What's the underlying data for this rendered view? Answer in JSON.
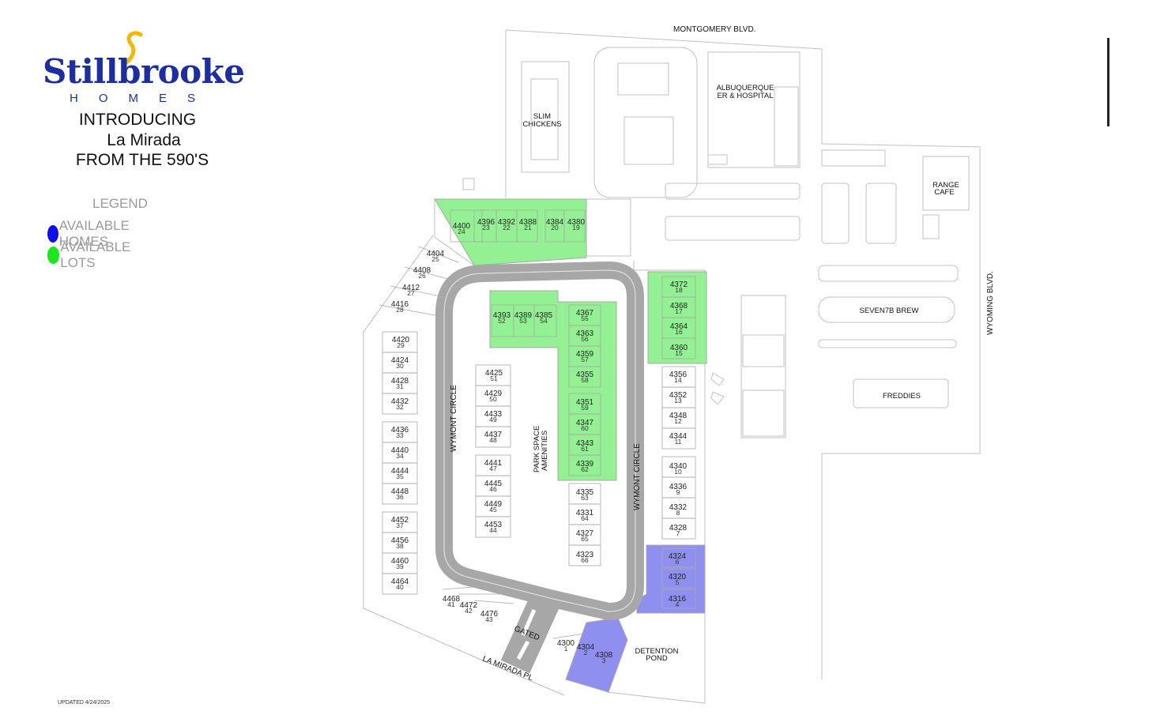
{
  "brand": {
    "name": "Stillbrooke",
    "sub": "HOMES",
    "intro_line1": "INTRODUCING",
    "intro_line2": "La Mirada",
    "intro_line3": "FROM THE 590'S",
    "color": "#1c2ea0",
    "accent": "#f2b70a"
  },
  "legend": {
    "title": "LEGEND",
    "items": [
      {
        "label": "AVAILABLE HOMES",
        "color": "#1010e6"
      },
      {
        "label": "AVAILABLE LOTS",
        "color": "#1ee61e"
      }
    ]
  },
  "updated": "UPDATED 4/24/2025",
  "colors": {
    "available_home_fill": "#8f8ff0",
    "available_lot_fill": "#93f193",
    "road": "#a7a7a7",
    "outline": "#b9b9b9"
  },
  "roads": {
    "montgomery": "MONTGOMERY BLVD.",
    "wyoming": "WYOMING BLVD.",
    "wymont_west": "WYMONT CIRCLE",
    "wymont_east": "WYMONT CIRCLE",
    "la_mirada": "LA MIRADA PL",
    "gated": "GATED"
  },
  "places": {
    "slim1": "SLIM",
    "slim2": "CHICKENS",
    "er1": "ALBUQUERQUE",
    "er2": "ER & HOSPITAL",
    "range1": "RANGE",
    "range2": "CAFE",
    "seven": "SEVEN7B BREW",
    "freddies": "FREDDIES",
    "park1": "PARK SPACE",
    "park2": "AMENITIES",
    "pond1": "DETENTION",
    "pond2": "POND"
  },
  "lots": [
    {
      "lot": "1",
      "address": "4300",
      "status": "none"
    },
    {
      "lot": "2",
      "address": "4304",
      "status": "home"
    },
    {
      "lot": "3",
      "address": "4308",
      "status": "home"
    },
    {
      "lot": "4",
      "address": "4316",
      "status": "home"
    },
    {
      "lot": "5",
      "address": "4320",
      "status": "home"
    },
    {
      "lot": "6",
      "address": "4324",
      "status": "home"
    },
    {
      "lot": "7",
      "address": "4328",
      "status": "none"
    },
    {
      "lot": "8",
      "address": "4332",
      "status": "none"
    },
    {
      "lot": "9",
      "address": "4336",
      "status": "none"
    },
    {
      "lot": "10",
      "address": "4340",
      "status": "none"
    },
    {
      "lot": "11",
      "address": "4344",
      "status": "none"
    },
    {
      "lot": "12",
      "address": "4348",
      "status": "none"
    },
    {
      "lot": "13",
      "address": "4352",
      "status": "none"
    },
    {
      "lot": "14",
      "address": "4356",
      "status": "none"
    },
    {
      "lot": "15",
      "address": "4360",
      "status": "lot"
    },
    {
      "lot": "16",
      "address": "4364",
      "status": "lot"
    },
    {
      "lot": "17",
      "address": "4368",
      "status": "lot"
    },
    {
      "lot": "18",
      "address": "4372",
      "status": "lot"
    },
    {
      "lot": "19",
      "address": "4380",
      "status": "lot"
    },
    {
      "lot": "20",
      "address": "4384",
      "status": "lot"
    },
    {
      "lot": "21",
      "address": "4388",
      "status": "lot"
    },
    {
      "lot": "22",
      "address": "4392",
      "status": "lot"
    },
    {
      "lot": "23",
      "address": "4396",
      "status": "lot"
    },
    {
      "lot": "24",
      "address": "4400",
      "status": "lot"
    },
    {
      "lot": "25",
      "address": "4404",
      "status": "none"
    },
    {
      "lot": "26",
      "address": "4408",
      "status": "none"
    },
    {
      "lot": "27",
      "address": "4412",
      "status": "none"
    },
    {
      "lot": "28",
      "address": "4416",
      "status": "none"
    },
    {
      "lot": "29",
      "address": "4420",
      "status": "none"
    },
    {
      "lot": "30",
      "address": "4424",
      "status": "none"
    },
    {
      "lot": "31",
      "address": "4428",
      "status": "none"
    },
    {
      "lot": "32",
      "address": "4432",
      "status": "none"
    },
    {
      "lot": "33",
      "address": "4436",
      "status": "none"
    },
    {
      "lot": "34",
      "address": "4440",
      "status": "none"
    },
    {
      "lot": "35",
      "address": "4444",
      "status": "none"
    },
    {
      "lot": "36",
      "address": "4448",
      "status": "none"
    },
    {
      "lot": "37",
      "address": "4452",
      "status": "none"
    },
    {
      "lot": "38",
      "address": "4456",
      "status": "none"
    },
    {
      "lot": "39",
      "address": "4460",
      "status": "none"
    },
    {
      "lot": "40",
      "address": "4464",
      "status": "none"
    },
    {
      "lot": "41",
      "address": "4468",
      "status": "none"
    },
    {
      "lot": "42",
      "address": "4472",
      "status": "none"
    },
    {
      "lot": "43",
      "address": "4476",
      "status": "none"
    },
    {
      "lot": "44",
      "address": "4453",
      "status": "none"
    },
    {
      "lot": "45",
      "address": "4449",
      "status": "none"
    },
    {
      "lot": "46",
      "address": "4445",
      "status": "none"
    },
    {
      "lot": "47",
      "address": "4441",
      "status": "none"
    },
    {
      "lot": "48",
      "address": "4437",
      "status": "none"
    },
    {
      "lot": "49",
      "address": "4433",
      "status": "none"
    },
    {
      "lot": "50",
      "address": "4429",
      "status": "none"
    },
    {
      "lot": "51",
      "address": "4425",
      "status": "none"
    },
    {
      "lot": "52",
      "address": "4393",
      "status": "lot"
    },
    {
      "lot": "53",
      "address": "4389",
      "status": "lot"
    },
    {
      "lot": "54",
      "address": "4385",
      "status": "lot"
    },
    {
      "lot": "55",
      "address": "4367",
      "status": "lot"
    },
    {
      "lot": "56",
      "address": "4363",
      "status": "lot"
    },
    {
      "lot": "57",
      "address": "4359",
      "status": "lot"
    },
    {
      "lot": "58",
      "address": "4355",
      "status": "lot"
    },
    {
      "lot": "59",
      "address": "4351",
      "status": "lot"
    },
    {
      "lot": "60",
      "address": "4347",
      "status": "lot"
    },
    {
      "lot": "61",
      "address": "4343",
      "status": "lot"
    },
    {
      "lot": "62",
      "address": "4339",
      "status": "lot"
    },
    {
      "lot": "63",
      "address": "4335",
      "status": "none"
    },
    {
      "lot": "64",
      "address": "4331",
      "status": "none"
    },
    {
      "lot": "65",
      "address": "4327",
      "status": "none"
    },
    {
      "lot": "66",
      "address": "4323",
      "status": "none"
    }
  ]
}
